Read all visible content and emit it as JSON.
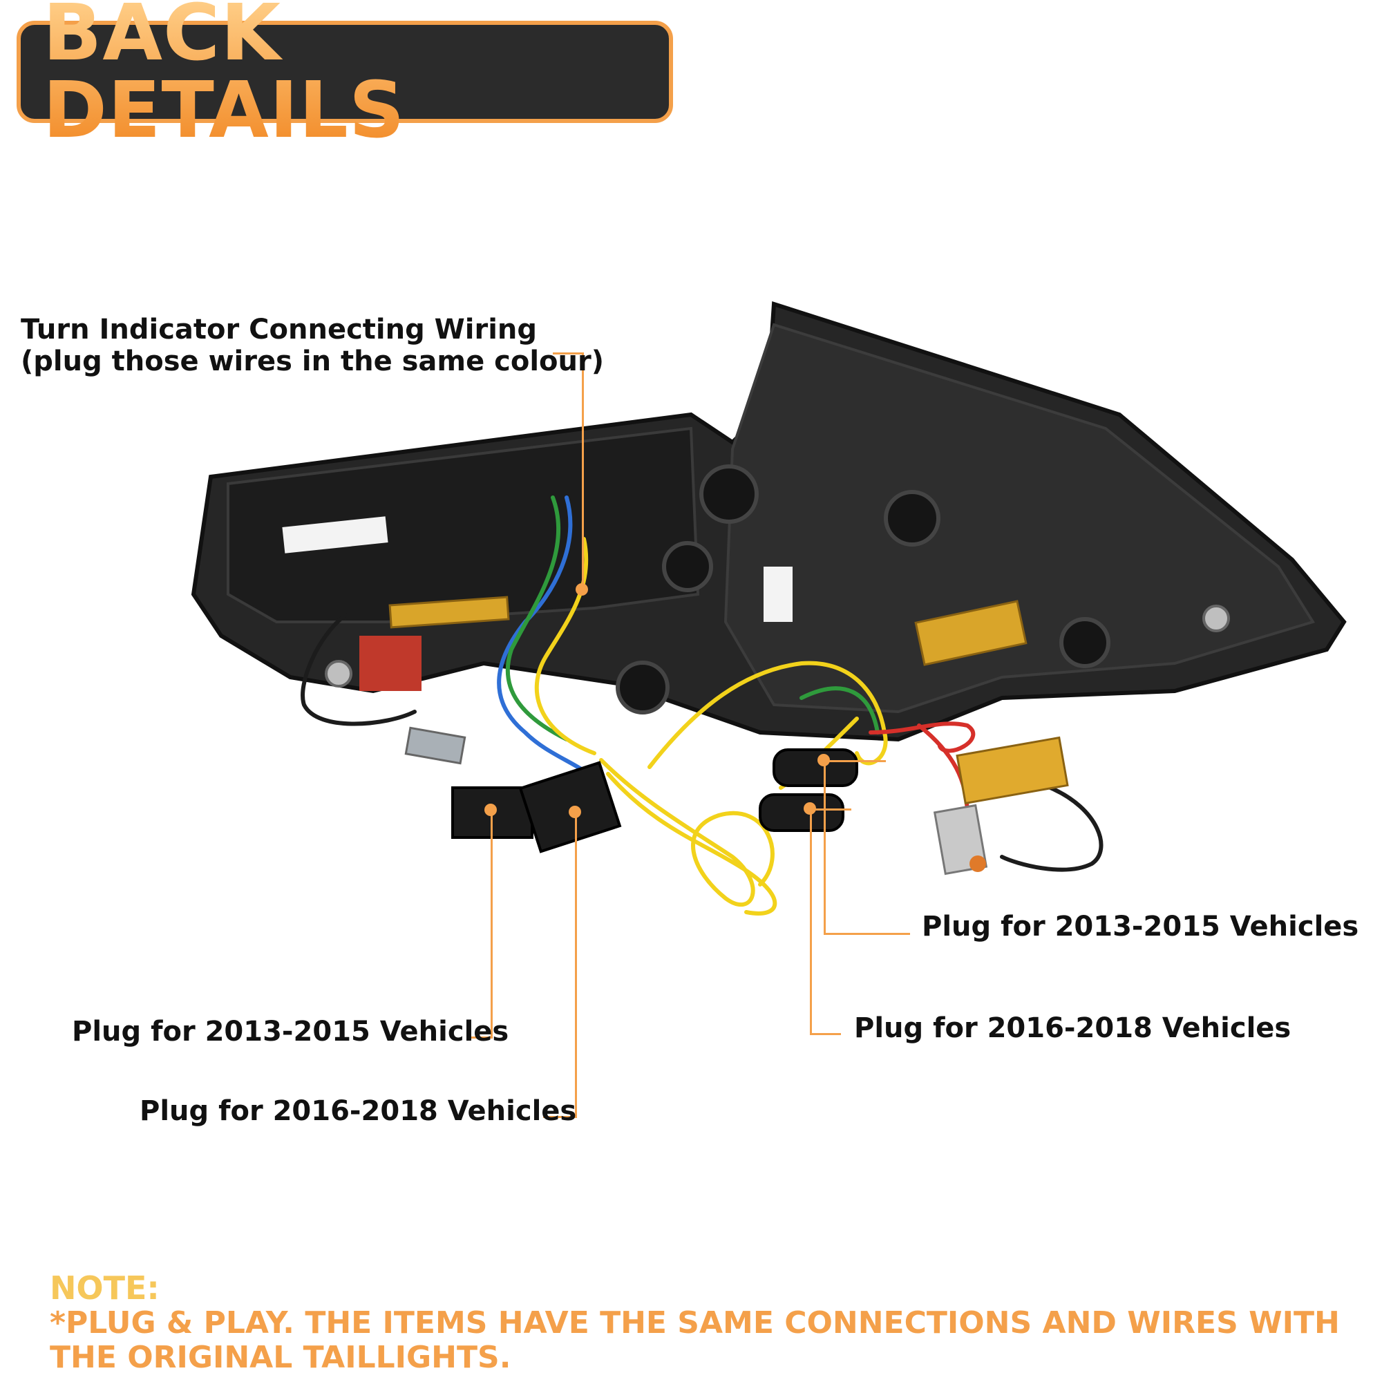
{
  "title": "BACK DETAILS",
  "callouts": {
    "turn_indicator_line1": "Turn Indicator Connecting Wiring",
    "turn_indicator_line2": "(plug those wires in the same colour)",
    "left_plug_2013": "Plug for 2013-2015 Vehicles",
    "left_plug_2016": "Plug for 2016-2018 Vehicles",
    "right_plug_2013": "Plug for 2013-2015 Vehicles",
    "right_plug_2016": "Plug for 2016-2018 Vehicles"
  },
  "note": {
    "heading": "NOTE:",
    "text": "*PLUG & PLAY. THE ITEMS HAVE THE SAME CONNECTIONS AND WIRES WITH THE ORIGINAL TAILLIGHTS."
  },
  "colors": {
    "accent": "#f4a04a",
    "title_bg": "#2b2b2b",
    "housing": "#2a2a2a",
    "wire_yellow": "#f2d21b",
    "wire_blue": "#2f6fd6",
    "wire_green": "#2f9a3c",
    "resistor_gold": "#d9a52a"
  }
}
